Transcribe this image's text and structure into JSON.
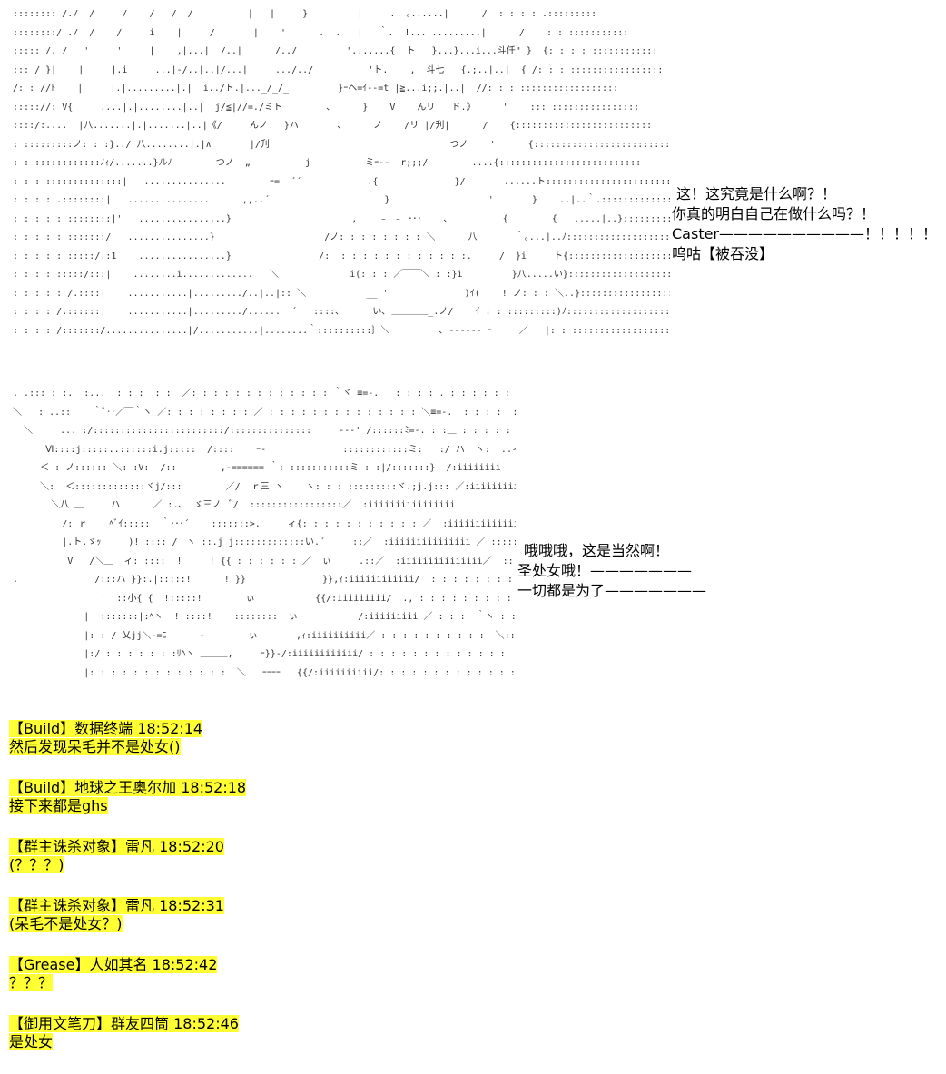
{
  "ascii_art": {
    "top": " :::::::: /./  /     /    /   /  /          |   |     }         |     .  ｡......|      /  : : : : .:::::::::\n ::::::::/ ./  /    /     i    |     /       |    '      .  .   |   ｀.  !...|.........|      /    : : :::::::::::\n ::::: /. /   '     '     |    ,|...|  /..|      /../         '.......{  ト   }...}...i...斗仟\" }  {: : : : ::::::::::::\n ::: / }|    |     |.i     ...|-/..|.,|/...|     .../../          'ト.    ,  斗七   {.;..|..|  { /: : : :::::::::::::::::\n /: : //ﾄ    |     |.|.........|.|  i../ト.|..._/_/_         }ｰヘ=ｲ--=t |≧...i;;.|..|  //: : : ::::::::::::::::::\n ::::://: V{     ....|.|........|..|  j/≦|//=./ミト        、     }    V    んリ   ド.》'    '    ::: ::::::::::::::::\n ::::/:....  |八.......|.|.......|..|《/     んノ   }ハ       、     ノ    /リ |/刋|      /    {:::::::::::::::::::::::::\n : :::::::::ノ: : :}../ 八........|.|∧       |/刋                                 つノ    '      {:::::::::::::::::::::::::\n : : ::::::::::::ﾉｨ/.......}ﾉﾚﾉ        つノ  „          j          ミｰ--  r;;;/        ....{::::::::::::::::::::::::::\n : : : ::::::::::::::|   ...............        ｰ=  ´´            .{              }/       ......ト::::::::::::::::::::::::\n : : : : .::::::::|   ...............      ,,..´                     }                  '       }    ..|..｀.::::::::::::::::::::\n : : : : : ::::::::|'   ................}                      ,    ﹣ ﹣ ･･･    ､          {        {   .....|..}::::::::::::::::::::::\n : : : : : :::::::/   ...............}                    /ノ: : : : : : : : ＼      八       ｀｡...|..ﾉ::::::::::::::::::::::\n : : : : : :::::/.:1    ................}                /:  : : : : : : : : : : : :.     /  }i     ト{:::::::::::::::::::::::::\n : : : : :::::/:::|    ........i.............   ＼             i(: : : ／￣￣＼ : :}i      '  }八.....い}:::::::::::::::::::::\n : : : : : /.::::|    ...........|........./..|..|:: ＼           __ '              )ｲ(    ! ノ: : : ＼..}:::::::::::::::::::::\n : : : : /.::::::|    ...........|........./......  ´   ::::､      い､ ＿＿＿＿_.ノ/    ｲ : : :::::::::)ﾉ:::::::::::::::::::\n : : : : /:::::::/...............|/...........|........｀::::::::::｝＼         ､ ‐‐‐‐‐‐ ｰ     ／   |: : :::::::::::::::::::::::::::",
    "bottom": " . .::: : :.  :...  : : :  : :  ／: : : : : : : : : : : : : ｀ヾ ≡=‐.   : : : : . : : : : : : : :\n ＼   : ..::    ｀ﾞ‥／￣｀ヽ ／: : : : : : : : ／ : : : : : : : : : : : : : : ＼≡=‐.  : : : :  : : : : : :\n   ＼     ... :/::::::::::::::::::::::::/:::::::::::::::     -‐‐' /::::::ﾐ=‐. : :＿ : : : : : : :\n       Ⅵ::::j:::::..::::::i.j:::::  /::::    ｰ‐              ::::::::::::ミ:   :/ ハ  ヽ:  ..ィ≦:ii\n      ＜ : ノ:::::: ＼: :V:  /::        ,-====== ｀: :::::::::::ミ : :|/:::::::}  /:iiiiiiii\n      ＼:  ＜:::::::::::::ヾj/:::        ／/  ｒ三 ヽ    ヽ: : : :::::::::ヾ.;j.j::: ／:iiiiiiiiiiii\n        ＼八 ＿     ハ      ／ :.､  ゞ三ノ  ﾞ/  :::::::::::::::::／  :iiiiiiiiiiiiiiii\n          /: ｒ    ﾍﾞｲ:::::  ｀･･･´    :::::::>.＿＿＿ィ{: : : : : : : : : : : ／  :iiiiiiiiiiiiiii ／ ::::\n          |.ト.ゞｯ     )! :::: /￣ヽ ::.j j:::::::::::::い.´     ::／  :iiiiiiiiiiiiiii ／ :::::::\n           V   /＼＿  ィ: ::::  !     ! {{ : : : : : : ／  ぃ     .::／  :iiiiiiiiiiiiiii／  :::::::::::::::::\n .              /:::ハ }}:.|:::::!      ! }}              }},ｨ:iiiiiiiiiiii/  : : : : : : : : :\n                 '  ::小{ {  !:::::!        ぃ           {{/:iiiiiiiii/  ., : : : : : : : : : : : : :\n              |  :::::::|:ﾍヽ  ! ::::!    ::::::::  ぃ           /:iiiiiiiii ／ : : :  ｀ヽ : : : : : : : :\n              |: : / 乂jj＼‐=ﾆ      ‐        ぃ       ,ｨ:iiiiiiiiii／ : : : : : : : : : :  ＼::::::::\n              |:/ : : : : : : :ﾘﾍヽ ＿＿＿,     ｰ}}‐/:iiiiiiiiiiii/ : : : : : : : : : : : : :  ＼:::\n              |: : : : : : : : : : : : :  ＼   ｰｰｰｰ   {{/:iiiiiiiiii/: : : : : : : : : : : : : : : : : : ヽ"
  },
  "dialogue_top": [
    "这！这究竟是什么啊？！",
    "你真的明白自己在做什么吗？！",
    "Caster——————————！！！！！",
    "呜咕【被吞没】"
  ],
  "dialogue_bottom": [
    "哦哦哦，这是当然啊！",
    "圣处女哦！———————",
    "一切都是为了———————"
  ],
  "chat": [
    {
      "sender": "【Build】数据终端 18:52:14",
      "message": "然后发现呆毛并不是处女()"
    },
    {
      "sender": "【Build】地球之王奥尔加 18:52:18",
      "message": "接下来都是ghs"
    },
    {
      "sender": "【群主诛杀对象】雷凡 18:52:20",
      "message": "(？？？)"
    },
    {
      "sender": "【群主诛杀对象】雷凡 18:52:31",
      "message": "(呆毛不是处女？)"
    },
    {
      "sender": "【Grease】人如其名 18:52:42",
      "message": "？？？"
    },
    {
      "sender": "【御用文笔刀】群友四筒 18:52:46",
      "message": "是处女"
    }
  ],
  "colors": {
    "highlight": "#ffff33",
    "background": "#ffffff",
    "text": "#000000",
    "ascii_art": "#333333"
  }
}
